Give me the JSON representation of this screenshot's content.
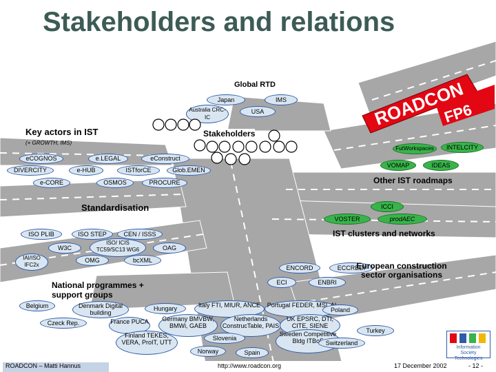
{
  "title": "Stakeholders and relations",
  "roadcon_sign": "ROADCON",
  "fp6_sign": "FP6",
  "global_rtd": {
    "heading": "Global RTD",
    "items": [
      "Japan",
      "IMS",
      "Australia CRC-IC",
      "USA"
    ]
  },
  "key_actors": {
    "heading": "Key actors in IST",
    "subheading": "(+ GROWTH, IMS)",
    "items": [
      "eCOGNOS",
      "e.LEGAL",
      "eConstruct",
      "DIVERCITY",
      "e-HUB",
      "ISTforCE",
      "Glob.EMEN",
      "e-CORE",
      "OSMOS",
      "PROCURE"
    ]
  },
  "stakeholders": {
    "heading": "Stakeholders"
  },
  "other_roadmaps": {
    "heading": "Other IST roadmaps",
    "items": [
      "FutWorkspaces",
      "INTELCITY",
      "VOMAP",
      "IDEAS"
    ]
  },
  "standardisation": {
    "heading": "Standardisation",
    "items": [
      "ISO PLIB",
      "ISO STEP",
      "CEN / ISSS",
      "W3C",
      "ISO/ ICIS",
      "TC59/SC13 WG6",
      "OAG",
      "IAI/ISO IFC2x",
      "OMG",
      "bcXML"
    ]
  },
  "clusters": {
    "heading": "IST clusters and networks",
    "items": [
      "ICCI",
      "VOSTER",
      "prodAEC"
    ]
  },
  "european_orgs": {
    "heading": "European construction sector organisations",
    "items": [
      "ENCORD",
      "ECCREDI",
      "ECI",
      "ENBRI"
    ]
  },
  "national": {
    "heading": "National programmes + support groups",
    "items": [
      "Belgium",
      "Denmark Digital building",
      "Czeck Rep.",
      "Hungary",
      "France PUCA",
      "Italy FTI, MIUR, ANCE",
      "Portugal FEDER, MSI, AI",
      "Poland",
      "Germany BMVBW, BMWi, GAEB",
      "Netherlands ConstrucTable, PAIS",
      "UK EPSRC, DTI, CITE, SIENE",
      "Turkey",
      "Finland TEKES, VERA, ProIT, UTT",
      "Slovenia",
      "Sweden Competitive Bldg ITBoF",
      "Switzerland",
      "Norway",
      "Spain"
    ]
  },
  "logo_text": "Information Society Technologies",
  "footer": {
    "left": "ROADCON – Matti Hannus",
    "center": "http://www.roadcon.org",
    "date": "17 December 2002",
    "page": "- 12 -"
  },
  "colors": {
    "title": "#3d5b55",
    "sign_red": "#e30613",
    "cloud_blue": "#2f5ba8",
    "cloud_light": "#d9e6f2",
    "cluster_green": "#38b44a",
    "road_grey": "#9e9e9e",
    "bg": "#ffffff"
  }
}
